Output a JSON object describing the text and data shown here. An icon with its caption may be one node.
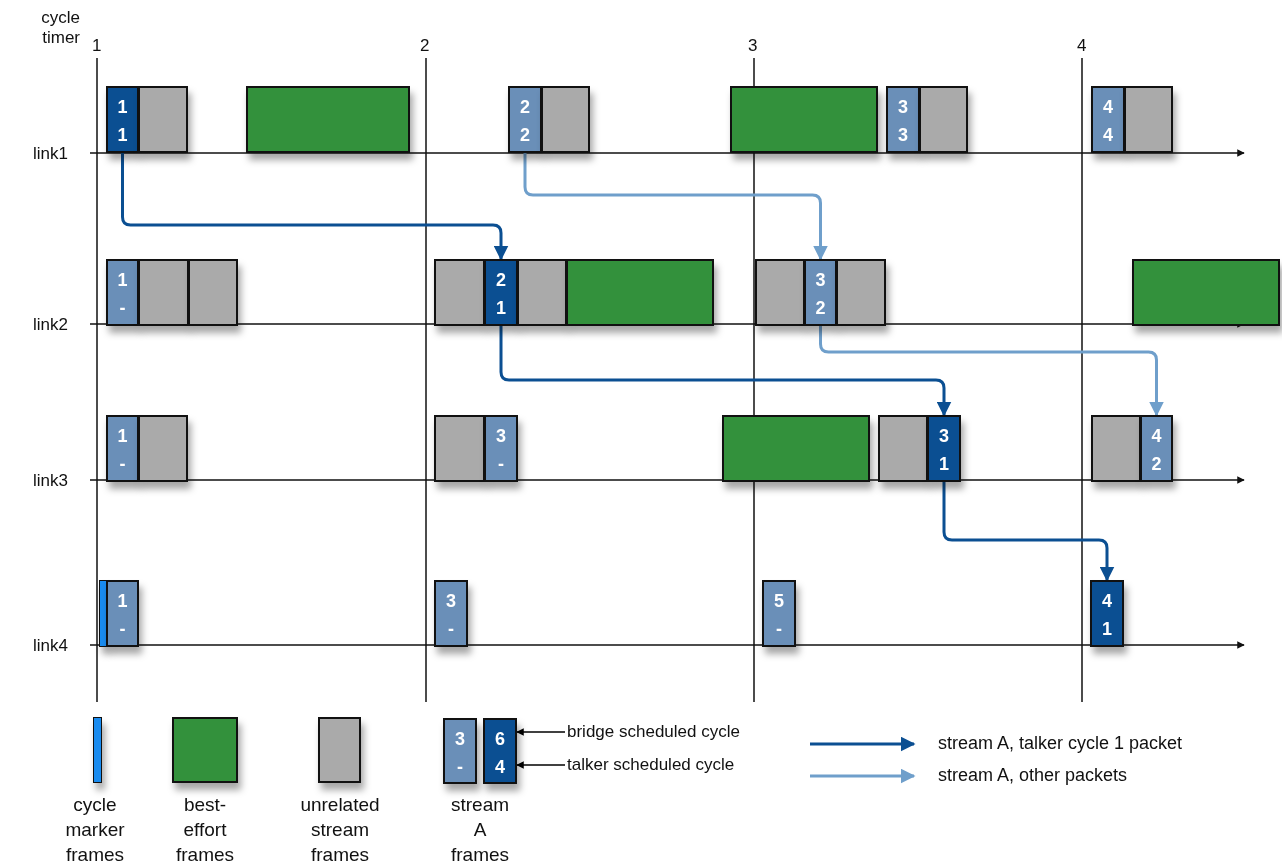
{
  "diagram": {
    "nodes": [
      {
        "text": [
          "1",
          "1"
        ]
      },
      {
        "text": [],
        "shape": "box"
      },
      {
        "text": [],
        "shape": "box"
      },
      {
        "text": [
          "2",
          "2"
        ]
      },
      {
        "text": [],
        "shape": "box"
      },
      {
        "text": [],
        "shape": "box"
      },
      {
        "text": [
          "3",
          "3"
        ]
      },
      {
        "text": [],
        "shape": "box"
      },
      {
        "text": [
          "4",
          "4"
        ]
      },
      {
        "text": [],
        "shape": "box"
      },
      {
        "text": [
          "1",
          "-"
        ]
      },
      {
        "text": [],
        "shape": "box"
      },
      {
        "text": [],
        "shape": "box"
      },
      {
        "text": [],
        "shape": "box"
      },
      {
        "text": [
          "2",
          "1"
        ]
      },
      {
        "text": [],
        "shape": "box"
      },
      {
        "text": [],
        "shape": "box"
      },
      {
        "text": [],
        "shape": "box"
      },
      {
        "text": [
          "3",
          "2"
        ]
      },
      {
        "text": [],
        "shape": "box"
      },
      {
        "text": [],
        "shape": "box"
      },
      {
        "text": [
          "1",
          "-"
        ]
      },
      {
        "text": [],
        "shape": "box"
      },
      {
        "text": [],
        "shape": "box"
      },
      {
        "text": [
          "3",
          "-"
        ]
      },
      {
        "text": [],
        "shape": "box"
      },
      {
        "text": [],
        "shape": "box"
      },
      {
        "text": [
          "3",
          "1"
        ]
      },
      {
        "text": [],
        "shape": "box"
      },
      {
        "text": [
          "4",
          "2"
        ]
      },
      {
        "text": [],
        "shape": "bar"
      },
      {
        "text": [
          "1",
          "-"
        ]
      },
      {
        "text": [
          "3",
          "-"
        ]
      },
      {
        "text": [
          "5",
          "-"
        ]
      },
      {
        "text": [
          "4",
          "1"
        ]
      },
      {
        "text": [
          "3",
          "-"
        ]
      },
      {
        "text": [
          "6",
          "4"
        ]
      },
      {
        "text": [
          "bridge scheduled cycle"
        ]
      },
      {
        "text": [
          "talker scheduled cycle"
        ]
      }
    ],
    "edges": [
      {
        "from": 0,
        "to": 14,
        "arrow": "to",
        "color": "#0b4f92"
      },
      {
        "from": 14,
        "to": 27,
        "arrow": "to",
        "color": "#0b4f92"
      },
      {
        "from": 27,
        "to": 34,
        "arrow": "to",
        "color": "#0b4f92"
      },
      {
        "from": 3,
        "to": 18,
        "arrow": "to",
        "color": "#6f9fcb"
      },
      {
        "from": 18,
        "to": 29,
        "arrow": "to",
        "color": "#6f9fcb"
      },
      {
        "from": 37,
        "to": 36,
        "arrow": "to",
        "color": "#000000"
      },
      {
        "from": 38,
        "to": 36,
        "arrow": "to",
        "color": "#000000"
      }
    ],
    "labels": [
      "cycle timer",
      "1",
      "2",
      "3",
      "4",
      "link1",
      "link2",
      "link3",
      "link4"
    ],
    "legend": [
      {
        "text": "cycle marker frames",
        "color": "#1a8cf0"
      },
      {
        "text": "best-effort frames",
        "color": "#33913c"
      },
      {
        "text": "unrelated stream frames",
        "color": "#aaaaaa"
      },
      {
        "text": "stream A frames"
      },
      {
        "text": "stream A, talker cycle 1 packet"
      },
      {
        "text": "stream A, other packets"
      }
    ]
  }
}
